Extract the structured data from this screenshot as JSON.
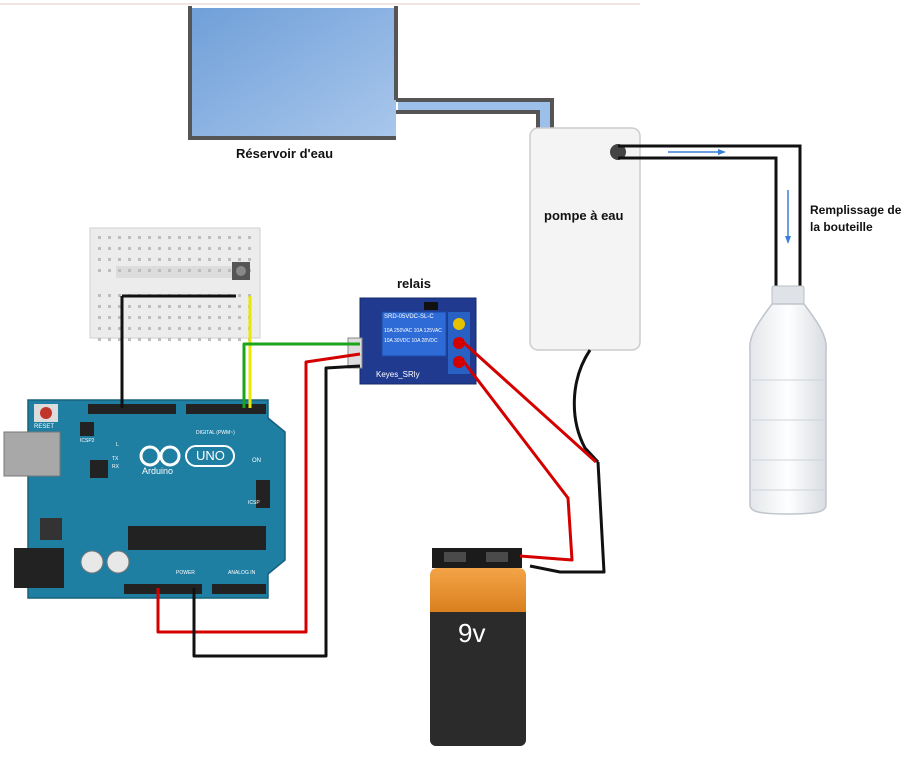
{
  "labels": {
    "reservoir": "Réservoir d'eau",
    "pump": "pompe à eau",
    "relay": "relais",
    "filling_line1": "Remplissage de",
    "filling_line2": "la bouteille"
  },
  "battery": {
    "voltage": "9v"
  },
  "relay_module": {
    "name": "Keyes_SRly",
    "part_number": "SRD-05VDC-SL-C",
    "ratings": [
      "10A 250VAC 10A 125VAC",
      "10A 30VDC 10A 28VDC"
    ]
  },
  "arduino": {
    "brand": "Arduino",
    "model": "UNO",
    "reset_label": "RESET",
    "on_label": "ON",
    "icsp2_label": "ICSP2",
    "icsp_label": "ICSP",
    "tx_label": "TX",
    "rx_label": "RX",
    "l_label": "L",
    "digital_label": "DIGITAL (PWM~)",
    "power_label": "POWER",
    "analog_label": "ANALOG IN"
  },
  "colors": {
    "water": "#8fb4e3",
    "board": "#1f7fa3",
    "wire_red": "#d40000",
    "wire_black": "#111111",
    "wire_green": "#1aa51a",
    "wire_yellow": "#e8e800",
    "battery_orange": "#e8912f",
    "battery_black": "#2b2b2b",
    "flow_arrow": "#3a7fd5"
  }
}
